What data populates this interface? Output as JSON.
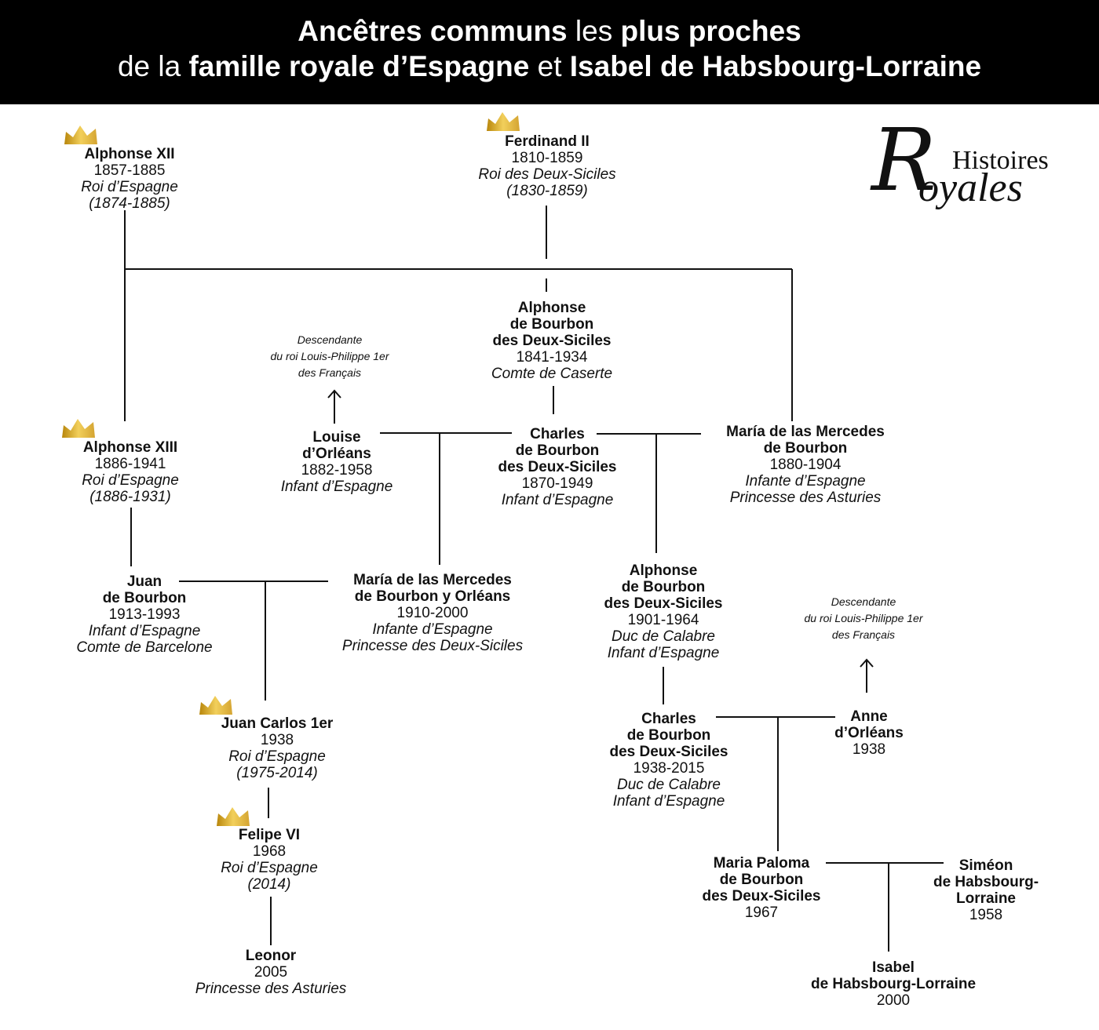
{
  "header": {
    "line1": [
      {
        "t": "Ancêtres communs",
        "w": "b"
      },
      {
        "t": " les ",
        "w": "l"
      },
      {
        "t": "plus proches",
        "w": "b"
      }
    ],
    "line2": [
      {
        "t": "de la ",
        "w": "l"
      },
      {
        "t": "famille royale d’Espagne",
        "w": "b"
      },
      {
        "t": " et ",
        "w": "l"
      },
      {
        "t": "Isabel de Habsbourg-Lorraine",
        "w": "b"
      }
    ]
  },
  "logo": {
    "text": "Histoires Royales",
    "initial": "R",
    "word1": "Histoires",
    "word2": "oyales"
  },
  "notes": {
    "note1": [
      "Descendante",
      "du roi Louis-Philippe 1er",
      "des Français"
    ],
    "note2": [
      "Descendante",
      "du roi Louis-Philippe 1er",
      "des Français"
    ]
  },
  "persons": [
    {
      "id": "alphonse12",
      "name": [
        "Alphonse XII"
      ],
      "years": "1857-1885",
      "titles": [
        "Roi d’Espagne",
        "(1874-1885)"
      ],
      "crown": true
    },
    {
      "id": "ferdinand2",
      "name": [
        "Ferdinand II"
      ],
      "years": "1810-1859",
      "titles": [
        "Roi des Deux-Siciles",
        "(1830-1859)"
      ],
      "crown": true
    },
    {
      "id": "alphonse_caserte",
      "name": [
        "Alphonse",
        "de Bourbon",
        "des Deux-Siciles"
      ],
      "years": "1841-1934",
      "titles": [
        "Comte de Caserte"
      ]
    },
    {
      "id": "louise",
      "name": [
        "Louise",
        "d’Orléans"
      ],
      "years": "1882-1958",
      "titles": [
        "Infant d’Espagne"
      ]
    },
    {
      "id": "charles1870",
      "name": [
        "Charles",
        "de Bourbon",
        "des Deux-Siciles"
      ],
      "years": "1870-1949",
      "titles": [
        "Infant d’Espagne"
      ]
    },
    {
      "id": "mercedes1880",
      "name": [
        "María de las Mercedes",
        "de Bourbon"
      ],
      "years": "1880-1904",
      "titles": [
        "Infante d’Espagne",
        "Princesse des Asturies"
      ]
    },
    {
      "id": "alphonse13",
      "name": [
        "Alphonse XIII"
      ],
      "years": "1886-1941",
      "titles": [
        "Roi d’Espagne",
        "(1886-1931)"
      ],
      "crown": true
    },
    {
      "id": "juan",
      "name": [
        "Juan",
        "de Bourbon"
      ],
      "years": "1913-1993",
      "titles": [
        "Infant d’Espagne",
        "Comte de Barcelone"
      ]
    },
    {
      "id": "mercedes1910",
      "name": [
        "María de las Mercedes",
        "de Bourbon y Orléans"
      ],
      "years": "1910-2000",
      "titles": [
        "Infante d’Espagne",
        "Princesse des Deux-Siciles"
      ]
    },
    {
      "id": "alphonse1901",
      "name": [
        "Alphonse",
        "de Bourbon",
        "des Deux-Siciles"
      ],
      "years": "1901-1964",
      "titles": [
        "Duc de Calabre",
        "Infant d’Espagne"
      ]
    },
    {
      "id": "juancarlos",
      "name": [
        "Juan Carlos 1er"
      ],
      "years": "1938",
      "titles": [
        "Roi d’Espagne",
        "(1975-2014)"
      ],
      "crown": true
    },
    {
      "id": "charles1938",
      "name": [
        "Charles",
        "de Bourbon",
        "des Deux-Siciles"
      ],
      "years": "1938-2015",
      "titles": [
        "Duc de Calabre",
        "Infant d’Espagne"
      ]
    },
    {
      "id": "anne",
      "name": [
        "Anne",
        "d’Orléans"
      ],
      "years": "1938",
      "titles": []
    },
    {
      "id": "felipe",
      "name": [
        "Felipe VI"
      ],
      "years": "1968",
      "titles": [
        "Roi d’Espagne",
        "(2014)"
      ],
      "crown": true
    },
    {
      "id": "paloma",
      "name": [
        "Maria Paloma",
        "de Bourbon",
        "des Deux-Siciles"
      ],
      "years": "1967",
      "titles": []
    },
    {
      "id": "simeon",
      "name": [
        "Siméon",
        "de Habsbourg-",
        "Lorraine"
      ],
      "years": "1958",
      "titles": []
    },
    {
      "id": "leonor",
      "name": [
        "Leonor"
      ],
      "years": "2005",
      "titles": [
        "Princesse des Asturies"
      ]
    },
    {
      "id": "isabel",
      "name": [
        "Isabel",
        "de Habsbourg-Lorraine"
      ],
      "years": "2000",
      "titles": []
    }
  ],
  "colors": {
    "header_bg": "#000000",
    "crown_gold": "#d4a431",
    "line": "#111111"
  }
}
